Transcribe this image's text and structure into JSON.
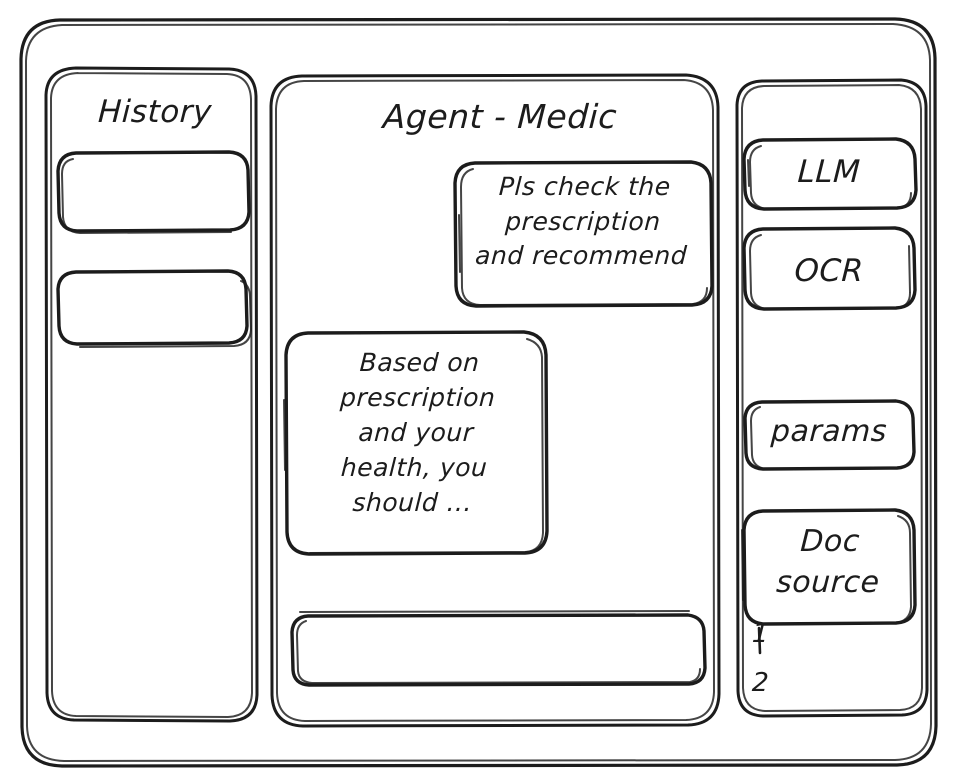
{
  "window": {
    "frame_name": "app-window"
  },
  "sidebar_left": {
    "title": "History",
    "items": [
      {
        "label": ""
      },
      {
        "label": ""
      }
    ]
  },
  "main": {
    "title": "Agent - Medic",
    "messages": [
      {
        "role": "user",
        "text": "Pls check the\nprescription\nand recommend"
      },
      {
        "role": "assistant",
        "text": "Based on\nprescription\nand your\nhealth, you\nshould ..."
      }
    ],
    "composer": {
      "value": "",
      "placeholder": ""
    }
  },
  "sidebar_right": {
    "tools": [
      {
        "label": "LLM"
      },
      {
        "label": "OCR"
      }
    ],
    "params_button": "params",
    "doc_source": {
      "title": "Doc\nsource",
      "entries": [
        "1",
        "2"
      ]
    }
  },
  "colors": {
    "ink": "#1c1c1c",
    "paper": "#ffffff"
  }
}
